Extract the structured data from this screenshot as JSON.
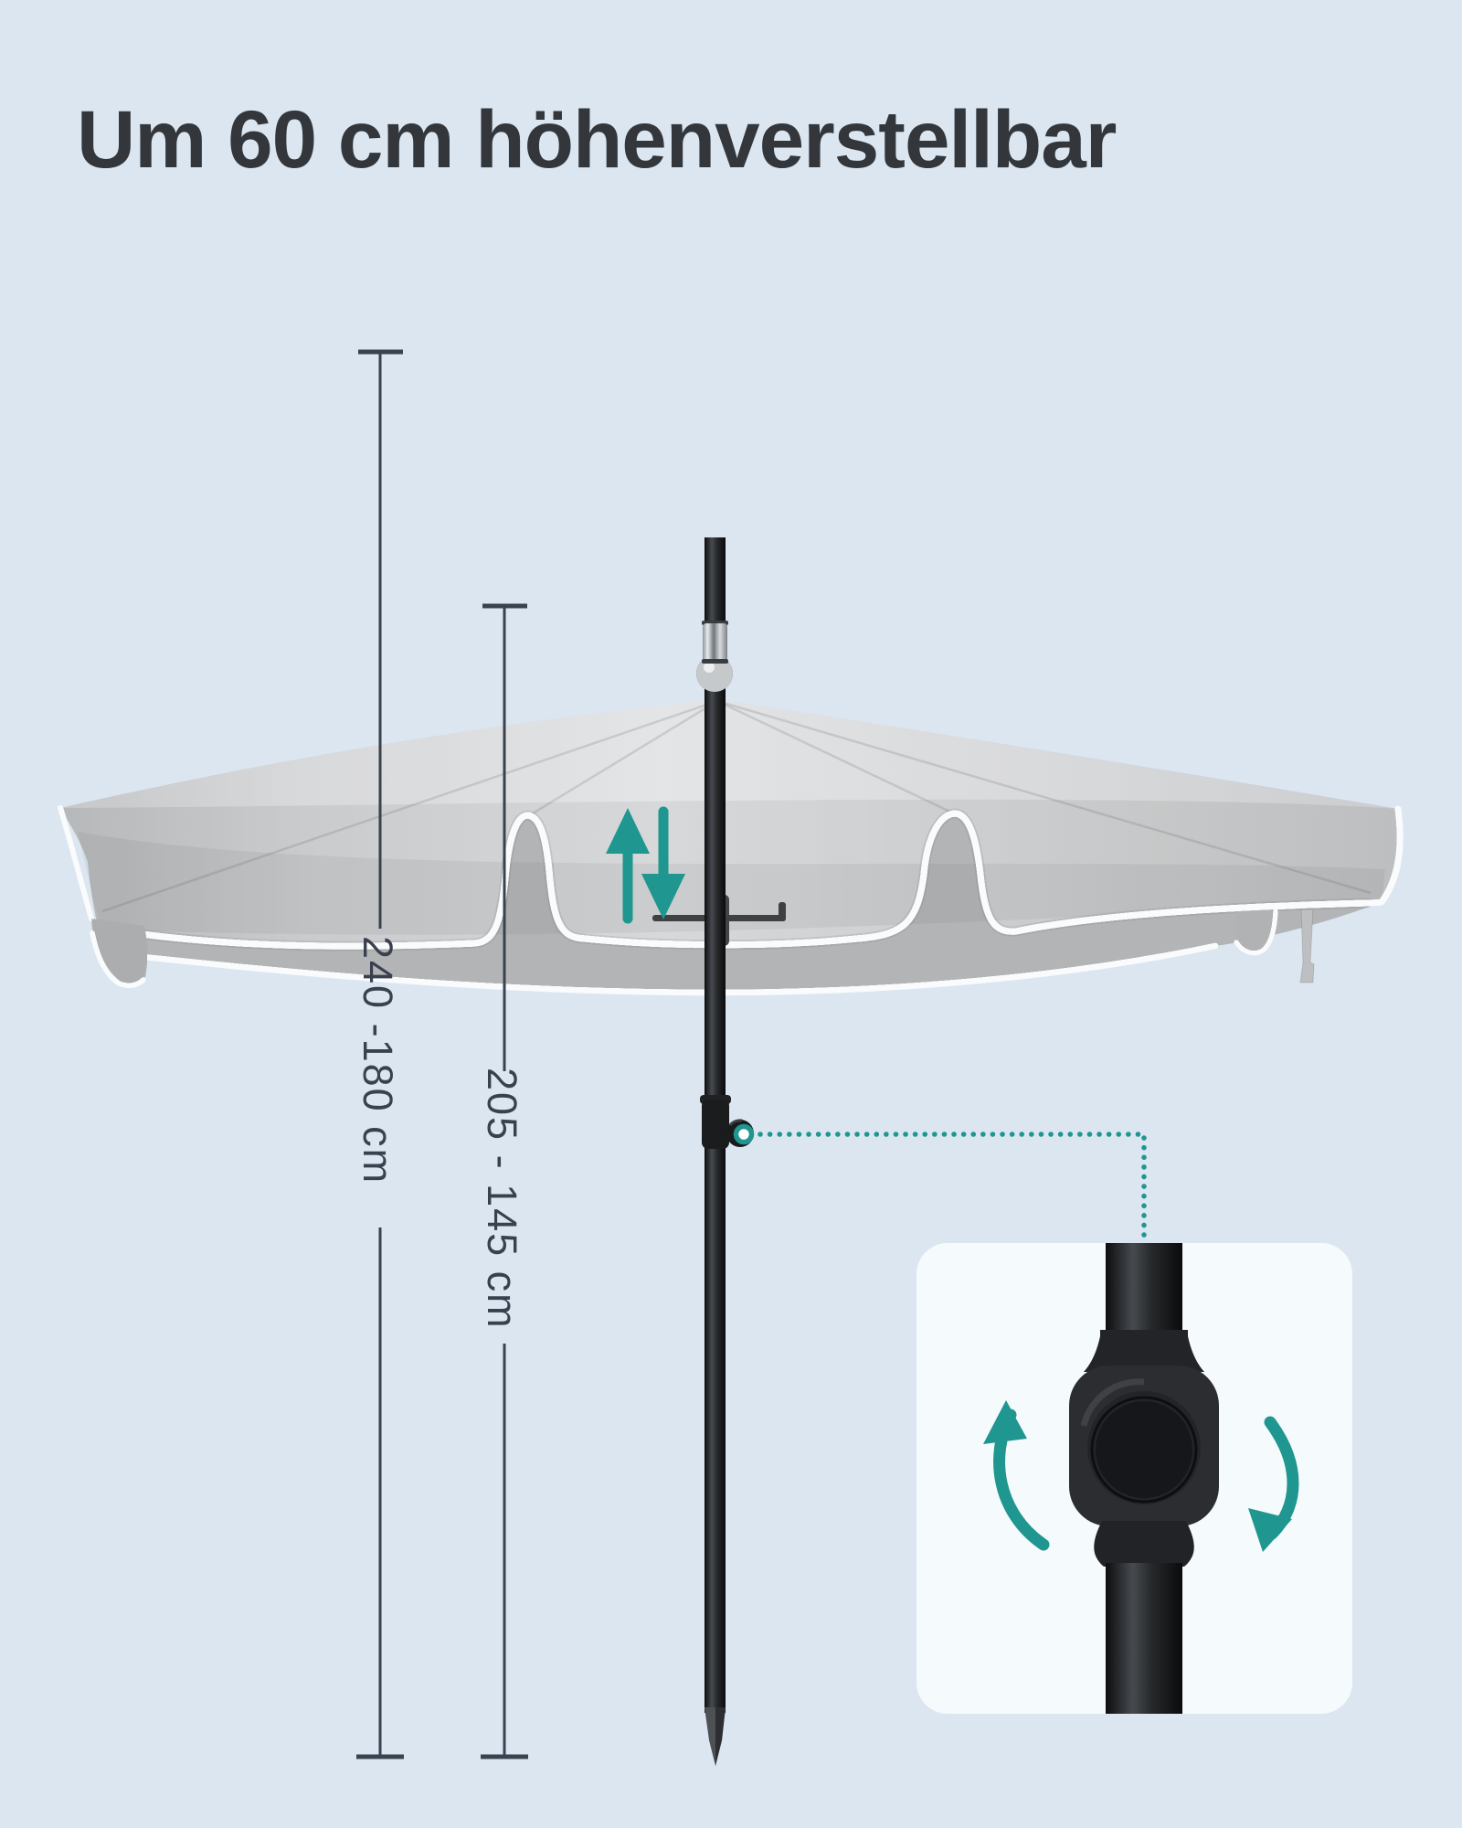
{
  "title": "Um 60 cm höhenverstellbar",
  "measurements": {
    "overall_height_label": "240 -180 cm",
    "pole_height_label": "205 - 145 cm"
  },
  "icons": {
    "raise_arrow": "up-arrow",
    "lower_arrow": "down-arrow",
    "rotate_up_arrow": "curved-up-arrow",
    "rotate_down_arrow": "curved-down-arrow",
    "connector": "dotted-leader-line",
    "marker": "tilt-joint-ring-marker"
  },
  "colors": {
    "background": "#dbe6f1",
    "panel_background": "#f5fafd",
    "accent_teal": "#1f968f",
    "canopy_brown": "#8d7258",
    "piping_white": "#f3f0ea",
    "title_text": "#33373c",
    "measure_text": "#39414e",
    "pole_black": "#17181a"
  }
}
